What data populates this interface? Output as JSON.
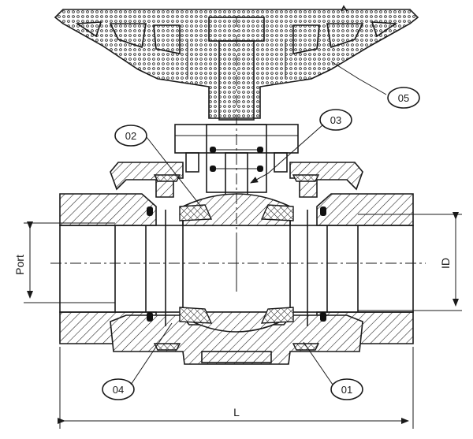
{
  "callouts": {
    "c05": "05",
    "c03": "03",
    "c02": "02",
    "c04": "04",
    "c01": "01"
  },
  "dimensions": {
    "port": "Port",
    "id": "ID",
    "length": "L"
  }
}
